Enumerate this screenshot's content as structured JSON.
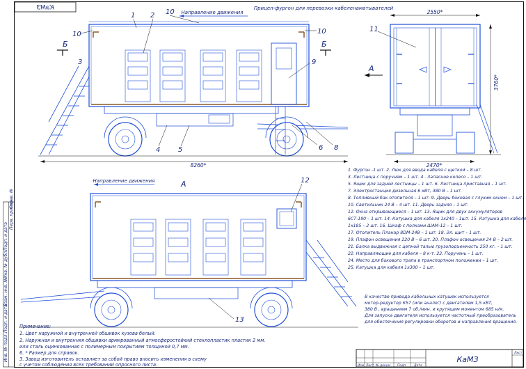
{
  "stamp": {
    "top_left": "КаМЗ",
    "bottom_right": "КаМЗ"
  },
  "title": "Прицеп-фургон для перевозки кабеленаматывателей",
  "direction_label": "Направление движения",
  "section_label": "Б",
  "view_label": "А",
  "callouts_side": [
    "1",
    "2",
    "3",
    "4",
    "5",
    "6",
    "8",
    "9",
    "10",
    "10",
    "10",
    "11"
  ],
  "callouts_top": [
    "12",
    "13"
  ],
  "dimensions": {
    "length": "8260*",
    "width_top": "2550*",
    "height": "3760*",
    "width_bottom": "2470*"
  },
  "legend": [
    "1. Фургон -1 шт. 2. Люк для ввода кабеля с щеткой – 8 шт.",
    "3. Лестница с поручнем – 1 шт. 4 . Запасное колесо – 1 шт.",
    "5. Ящик для задней лестницы – 1 шт. 6. Лестница приставная – 1 шт.",
    "7. Электростанция дизельная 6 кВт, 380 В – 1 шт.",
    "8. Топливный бак отопителя – 1 шт. 9. Дверь боковая с глухим окном – 1 шт.",
    "10. Светильник 24 В – 4 шт. 11. Дверь задняя – 1 шт.",
    "12. Окна открывающиеся – 1 шт. 13. Ящик для двух аккумуляторов",
    "6СТ-190 – 1 шт. 14. Катушка для кабеля 1х240 – 1шт. 15. Катушка для кабеля",
    "1х185 – 2 шт. 16. Шкаф с полками ШАМ-12 – 1 шт.",
    "17. Отопитель Планар 8DМ-24В – 1 шт. 18. Эл. щит – 1 шт.",
    "19. Плафон освещения 220 В – 6 шт. 20. Плафон освещения 24 В – 2 шт.",
    "21. Балка выдвижная с цепной талью грузоподъемность 250 кг. – 1 шт.",
    "22. Направляющие для кабеля – 8 к-т. 23. Поручень – 1 шт.",
    "24. Место для бокового трапа в транспортном положении – 1 шт.",
    "25. Катушка для кабеля 1х300 – 1 шт."
  ],
  "drive_note": [
    "В качестве привода кабельных катушек используется",
    "мотор-редуктор К57 (или аналог) с двигателем 1,5 кВТ,",
    "380 В , вращением 7 об./мин. и крутящим моментом 685 н/м.",
    "Для запуска двигателя используется частотный преобразователь",
    "для обеспечения регулировки оборотов и направления вращения."
  ],
  "notes_title": "Примечание:",
  "notes": [
    "1. Цвет наружной и внутренней обшивок кузова белый.",
    "2. Наружная и внутренняя обшивки армированный атмосферостойкий стеклопластик пластик 2 мм.",
    "или сталь оцинкованная с полимерным покрытием толщиной 0,7 мм.",
    "6. * Размер для справок.",
    "3. Завод изготовитель оставляет за собой право вносить изменения в схему",
    "с учетом соблюдения всех требований опросного листа."
  ],
  "side_column": [
    "Инв. № подл.",
    "Подп. и дата",
    "Взам. инв. №",
    "Инв. № дубл.",
    "Подп. и дата",
    "Перв. примен.",
    "Справ. №"
  ],
  "title_block": {
    "cols": [
      "Изм",
      "Лист",
      "№ докум.",
      "Подп.",
      "Дата"
    ],
    "sheet_label": "Лист"
  },
  "colors": {
    "line": "#1f4fd8",
    "text": "#1a2a7a",
    "frame": "#111111",
    "trim": "#8a5a2a"
  }
}
